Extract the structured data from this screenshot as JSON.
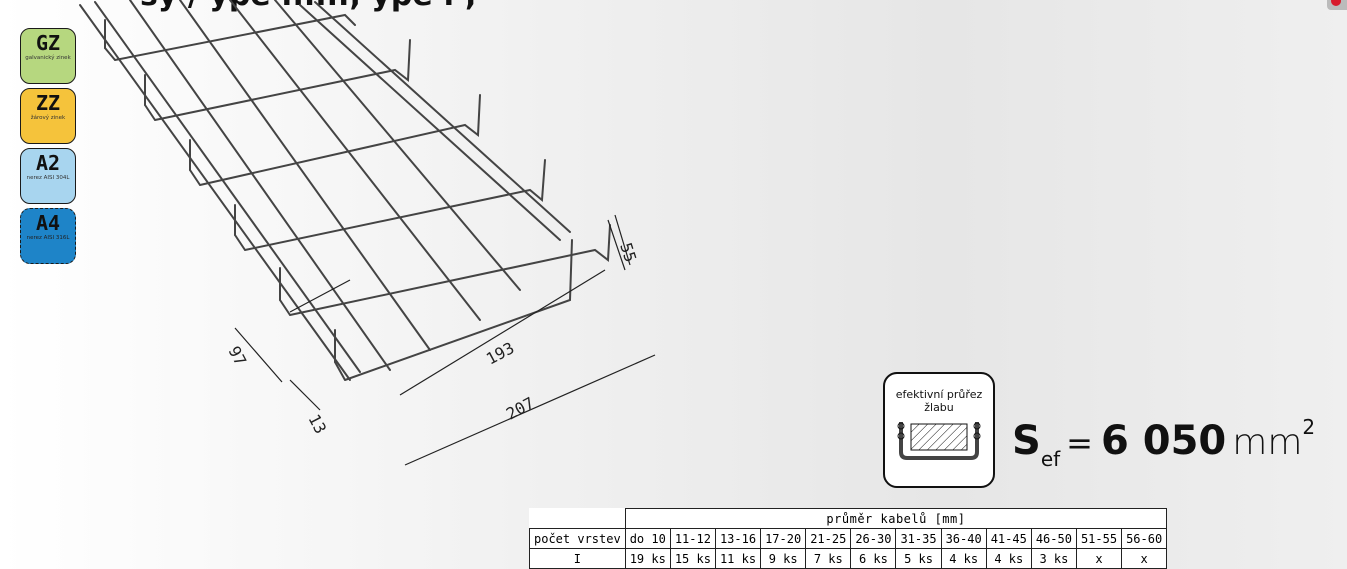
{
  "header": {
    "title": "sy / ype ......, ype . , "
  },
  "badges": [
    {
      "code": "GZ",
      "desc": "galvanický zinek",
      "color": "#b6d77f"
    },
    {
      "code": "ZZ",
      "desc": "žárový zinek",
      "color": "#f5c33b"
    },
    {
      "code": "A2",
      "desc": "nerez AISI 304L",
      "color": "#a8d5ef"
    },
    {
      "code": "A4",
      "desc": "nerez AISI 316L",
      "color": "#1e84c8"
    }
  ],
  "dimensions": {
    "height": "55",
    "inner_height": "97",
    "inner_width": "193",
    "outer_width": "207",
    "wire": "13"
  },
  "cross_section": {
    "label": "efektivní průřez žlabu"
  },
  "formula": {
    "symbol": "S",
    "subscript": "ef",
    "equals": "=",
    "value": "6 050",
    "unit": "mm",
    "exponent": "2"
  },
  "table": {
    "group_header": "průměr kabelů [mm]",
    "row_header": "počet vrstev",
    "columns": [
      "do 10",
      "11-12",
      "13-16",
      "17-20",
      "21-25",
      "26-30",
      "31-35",
      "36-40",
      "41-45",
      "46-50",
      "51-55",
      "56-60"
    ],
    "rows": [
      {
        "layers": "I",
        "values": [
          "19 ks",
          "15 ks",
          "11 ks",
          "9 ks",
          "7 ks",
          "6 ks",
          "5 ks",
          "4 ks",
          "4 ks",
          "3 ks",
          "x",
          "x"
        ]
      }
    ]
  }
}
